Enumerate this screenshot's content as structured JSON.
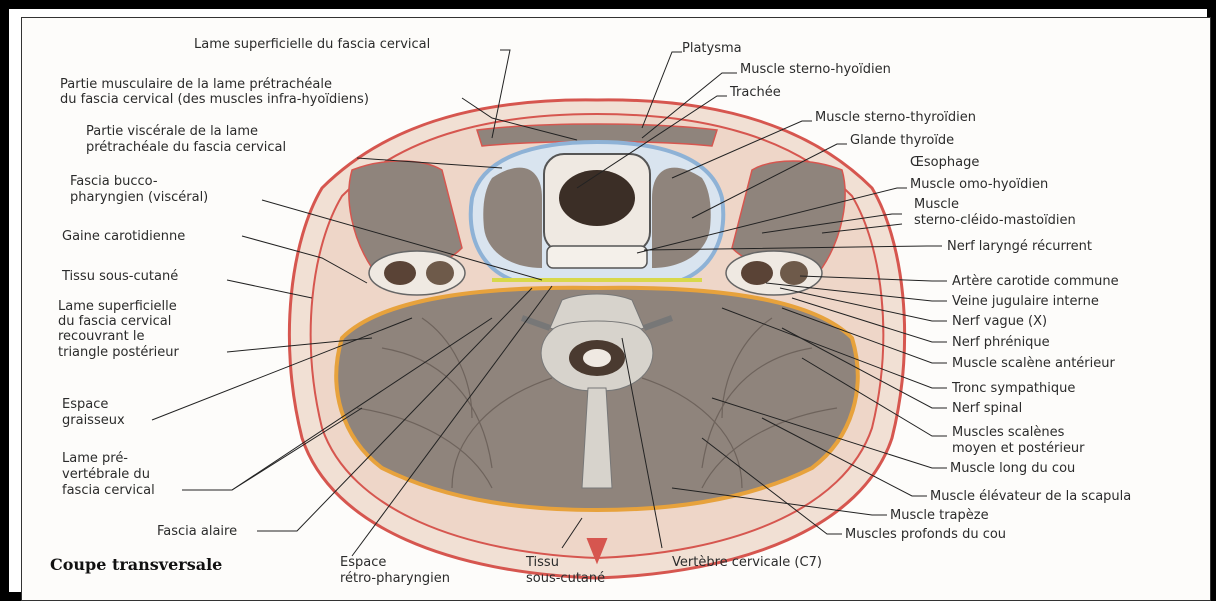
{
  "title": "Coupe transversale",
  "colors": {
    "muscle": "#8f847c",
    "fascia_red": "#d6564f",
    "fascia_blue": "#8eb2d6",
    "fascia_orange": "#e7a23c",
    "fascia_yellow": "#d8d84a",
    "skin": "#f1e0d4",
    "bone": "#d7d3cc"
  },
  "labels": [
    {
      "id": "lame-superficielle",
      "text": "Lame superficielle du fascia cervical"
    },
    {
      "id": "platysma",
      "text": "Platysma"
    },
    {
      "id": "partie-musculaire-1",
      "text": "Partie musculaire de la lame prétrachéale"
    },
    {
      "id": "partie-musculaire-2",
      "text": "du fascia cervical (des muscles infra-hyoïdiens)"
    },
    {
      "id": "sterno-hyoidien",
      "text": "Muscle sterno-hyoïdien"
    },
    {
      "id": "trachee",
      "text": "Trachée"
    },
    {
      "id": "sterno-thyroidien",
      "text": "Muscle sterno-thyroïdien"
    },
    {
      "id": "partie-viscerale-1",
      "text": "Partie viscérale de la lame"
    },
    {
      "id": "partie-viscerale-2",
      "text": "prétrachéale du fascia cervical"
    },
    {
      "id": "glande-thyroide",
      "text": "Glande thyroïde"
    },
    {
      "id": "oesophage",
      "text": "Œsophage"
    },
    {
      "id": "fascia-bucco-1",
      "text": "Fascia bucco-"
    },
    {
      "id": "fascia-bucco-2",
      "text": "pharyngien (viscéral)"
    },
    {
      "id": "omo-hyoidien",
      "text": "Muscle omo-hyoïdien"
    },
    {
      "id": "scm-1",
      "text": "Muscle"
    },
    {
      "id": "scm-2",
      "text": "sterno-cléido-mastoïdien"
    },
    {
      "id": "gaine-carotidienne",
      "text": "Gaine carotidienne"
    },
    {
      "id": "nerf-larynge",
      "text": "Nerf laryngé récurrent"
    },
    {
      "id": "tissu-sous-cutane-left",
      "text": "Tissu sous-cutané"
    },
    {
      "id": "artere-carotide",
      "text": "Artère carotide commune"
    },
    {
      "id": "lame-sup-tri-1",
      "text": "Lame superficielle"
    },
    {
      "id": "lame-sup-tri-2",
      "text": "du fascia cervical"
    },
    {
      "id": "lame-sup-tri-3",
      "text": "recouvrant le"
    },
    {
      "id": "lame-sup-tri-4",
      "text": "triangle postérieur"
    },
    {
      "id": "veine-jugulaire",
      "text": "Veine jugulaire interne"
    },
    {
      "id": "nerf-vague",
      "text": "Nerf vague (X)"
    },
    {
      "id": "nerf-phrenique",
      "text": "Nerf phrénique"
    },
    {
      "id": "scalene-anterieur",
      "text": "Muscle scalène antérieur"
    },
    {
      "id": "tronc-sympathique",
      "text": "Tronc sympathique"
    },
    {
      "id": "espace-graisseux-1",
      "text": "Espace"
    },
    {
      "id": "espace-graisseux-2",
      "text": "graisseux"
    },
    {
      "id": "nerf-spinal",
      "text": "Nerf spinal"
    },
    {
      "id": "scalenes-1",
      "text": "Muscles scalènes"
    },
    {
      "id": "scalenes-2",
      "text": "moyen et postérieur"
    },
    {
      "id": "lame-prevert-1",
      "text": "Lame pré-"
    },
    {
      "id": "lame-prevert-2",
      "text": "vertébrale du"
    },
    {
      "id": "lame-prevert-3",
      "text": "fascia cervical"
    },
    {
      "id": "long-du-cou",
      "text": "Muscle long du cou"
    },
    {
      "id": "elevateur-scapula",
      "text": "Muscle élévateur de la scapula"
    },
    {
      "id": "trapeze",
      "text": "Muscle trapèze"
    },
    {
      "id": "fascia-alaire",
      "text": "Fascia alaire"
    },
    {
      "id": "profonds-du-cou",
      "text": "Muscles profonds du cou"
    },
    {
      "id": "espace-retro-1",
      "text": "Espace"
    },
    {
      "id": "espace-retro-2",
      "text": "rétro-pharyngien"
    },
    {
      "id": "tissu-bottom-1",
      "text": "Tissu"
    },
    {
      "id": "tissu-bottom-2",
      "text": "sous-cutané"
    },
    {
      "id": "vertebre",
      "text": "Vertèbre cervicale (C7)"
    }
  ]
}
